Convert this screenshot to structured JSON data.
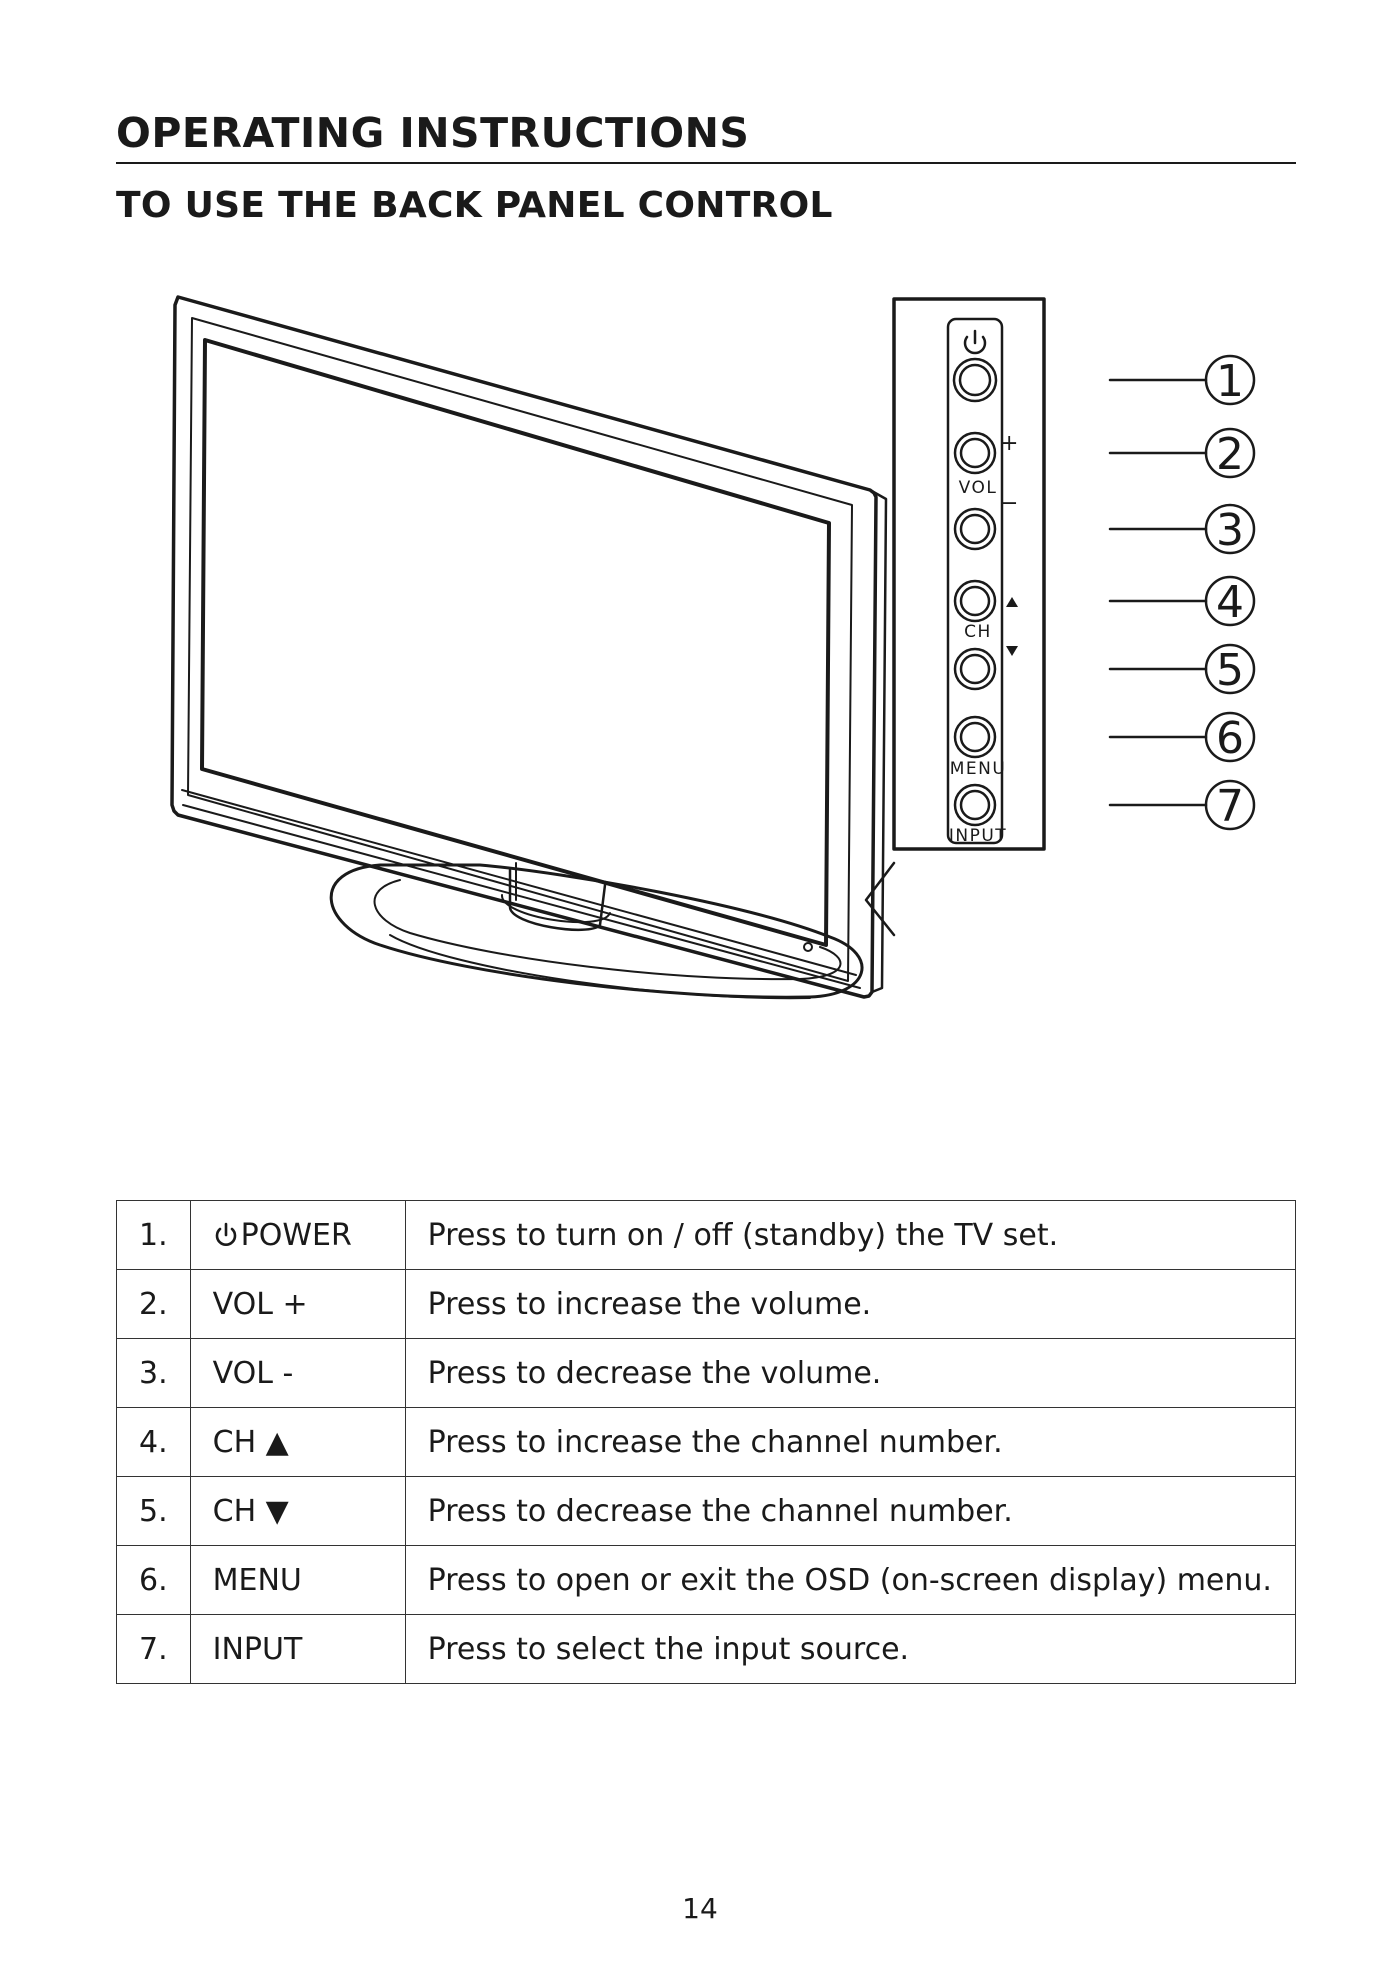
{
  "header": {
    "title": "OPERATING INSTRUCTIONS",
    "subtitle": "TO USE THE BACK PANEL CONTROL"
  },
  "panel": {
    "labels": {
      "vol": "VOL",
      "ch": "CH",
      "menu": "MENU",
      "input": "INPUT",
      "plus": "+",
      "minus": "−"
    },
    "callouts": [
      "1",
      "2",
      "3",
      "4",
      "5",
      "6",
      "7"
    ]
  },
  "controls": [
    {
      "num": "1.",
      "name": "POWER",
      "icon": "power-icon",
      "description": "Press to turn on / off (standby) the TV set."
    },
    {
      "num": "2.",
      "name": "VOL +",
      "description": "Press to increase the volume."
    },
    {
      "num": "3.",
      "name": "VOL -",
      "description": "Press to decrease the volume."
    },
    {
      "num": "4.",
      "name": "CH ▲",
      "description": "Press to increase the channel number."
    },
    {
      "num": "5.",
      "name": "CH ▼",
      "description": "Press to decrease the channel number."
    },
    {
      "num": "6.",
      "name": "MENU",
      "description": "Press to open or exit the OSD (on-screen display) menu."
    },
    {
      "num": "7.",
      "name": "INPUT",
      "description": "Press to select the input source."
    }
  ],
  "footer": {
    "page_number": "14"
  }
}
